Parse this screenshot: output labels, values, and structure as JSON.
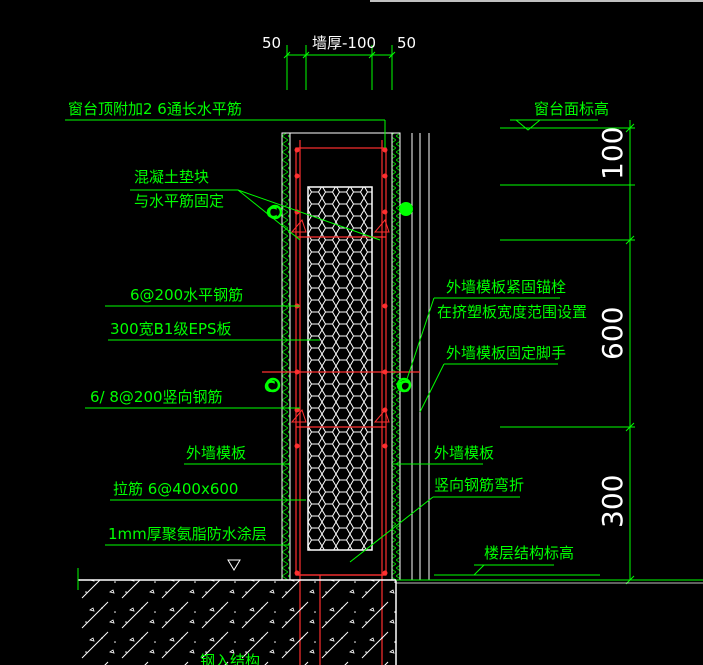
{
  "colors": {
    "background": "#000000",
    "annotation": "#00ff00",
    "wall": "#ffffff",
    "rebar": "#ff3030",
    "hatch": "#00ff00",
    "anchor": "#00ff00"
  },
  "dimensions": {
    "top_left": "50",
    "wall_thickness": "墙厚-100",
    "top_right": "50",
    "right_top": "100",
    "right_mid": "600",
    "right_bottom": "300"
  },
  "labels": {
    "sill_rebar": "窗台顶附加2 6通长水平筋",
    "sill_level": "窗台面标高",
    "spacer_block_line1": "混凝土垫块",
    "spacer_block_line2": "与水平筋固定",
    "horizontal_rebar": "6@200水平钢筋",
    "eps_board": "300宽B1级EPS板",
    "vertical_rebar": "6/ 8@200竖向钢筋",
    "outer_formwork_left": "外墙模板",
    "tie_bar": "拉筋 6@400x600",
    "waterproof": "1mm厚聚氨脂防水涂层",
    "anchor_bolt_line1": "外墙模板紧固锚栓",
    "anchor_bolt_line2": "在挤塑板宽度范围设置",
    "formwork_support": "外墙模板固定脚手",
    "outer_formwork_right": "外墙模板",
    "rebar_bend": "竖向钢筋弯折",
    "floor_level": "楼层结构标高",
    "bottom_partial": "钢入结构"
  }
}
